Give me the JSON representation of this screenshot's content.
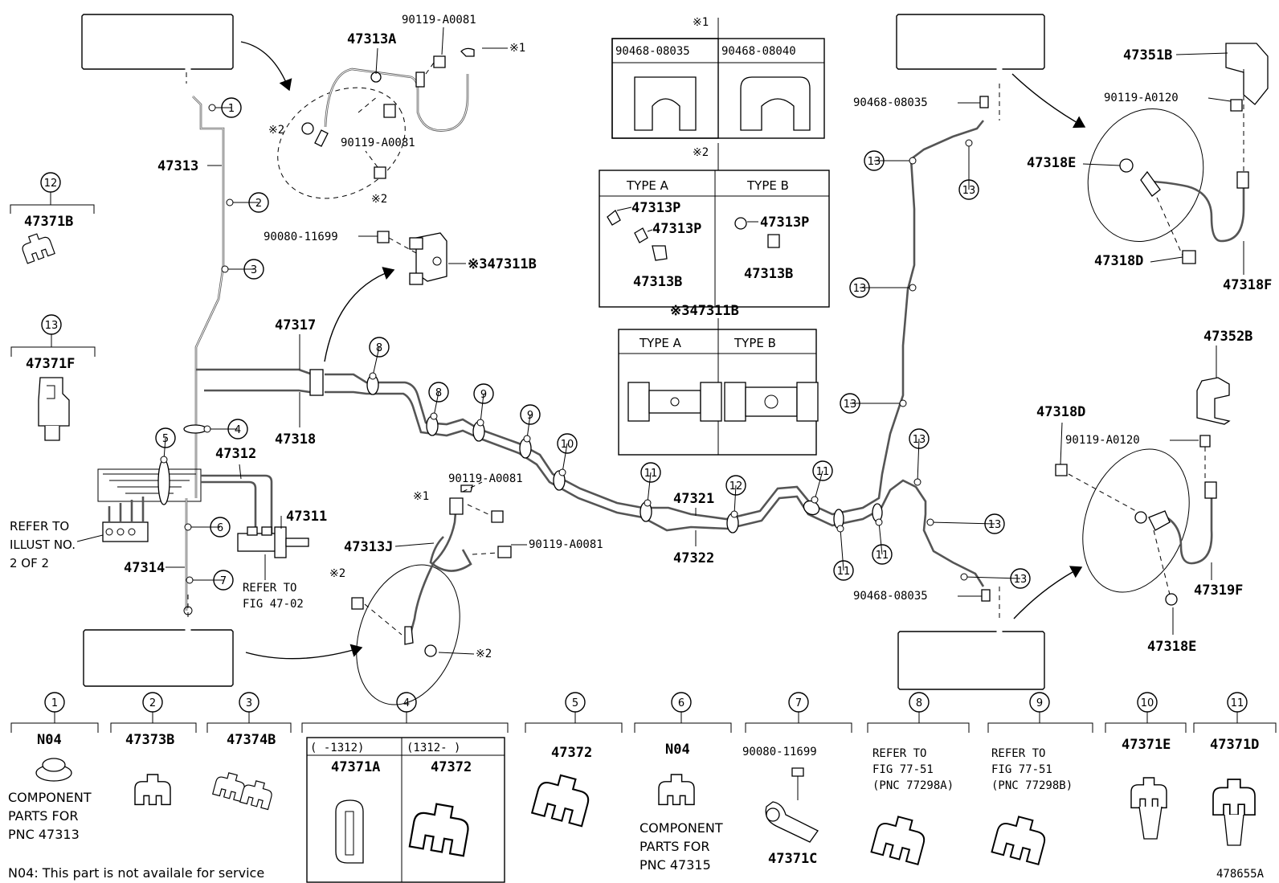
{
  "diagram_id": "478655A",
  "footnote": "N04: This part is not availale for service",
  "refer_illust": [
    "REFER TO",
    "ILLUST NO.",
    "2 OF 2"
  ],
  "refer_fig_47": [
    "REFER TO",
    "FIG 47-02"
  ],
  "main_parts": {
    "p47313": "47313",
    "p47313A": "47313A",
    "p47313J": "47313J",
    "p47317": "47317",
    "p47318": "47318",
    "p47312": "47312",
    "p47311": "47311",
    "p47314": "47314",
    "p47321": "47321",
    "p47322": "47322",
    "p47311B": "※347311B",
    "p47351B": "47351B",
    "p47352B": "47352B",
    "p47318E_top": "47318E",
    "p47318D_top": "47318D",
    "p47318F": "47318F",
    "p47318D_bot": "47318D",
    "p47319F": "47319F",
    "p47318E_bot": "47318E",
    "b90119_a": "90119-A0081",
    "b90119_b": "90119-A0081",
    "b90119_c": "90119-A0081",
    "b90119_d": "90119-A0081",
    "b90119_e": "90119-A0120",
    "b90119_f": "90119-A0120",
    "b90080": "90080-11699",
    "c90468_a": "90468-08035",
    "c90468_b": "90468-08035",
    "mark1_a": "※1",
    "mark1_b": "※1",
    "mark2_a": "※2",
    "mark2_b": "※2",
    "mark2_c": "※2",
    "mark2_d": "※2"
  },
  "note1_table": {
    "title": "※1",
    "columns": [
      "90468-08035",
      "90468-08040"
    ]
  },
  "note2_table": {
    "title": "※2",
    "type_a": "TYPE A",
    "type_b": "TYPE B",
    "a_p1": "47313P",
    "a_p2": "47313P",
    "a_b": "47313B",
    "b_p": "47313P",
    "b_b": "47313B"
  },
  "note3_table": {
    "title": "※347311B",
    "type_a": "TYPE A",
    "type_b": "TYPE B"
  },
  "callouts": [
    "1",
    "2",
    "3",
    "4",
    "5",
    "6",
    "7",
    "8",
    "9",
    "10",
    "11",
    "12",
    "13"
  ],
  "clip_legends": [
    {
      "num": "12",
      "part": "47371B"
    },
    {
      "num": "13",
      "part": "47371F"
    }
  ],
  "bottom_legends": [
    {
      "num": "1",
      "part": "N04",
      "note": [
        "COMPONENT",
        "PARTS FOR",
        "PNC 47313"
      ]
    },
    {
      "num": "2",
      "part": "47373B"
    },
    {
      "num": "3",
      "part": "47374B"
    },
    {
      "num": "4",
      "left_range": "(      -1312)",
      "right_range": "(1312-      )",
      "left_part": "47371A",
      "right_part": "47372"
    },
    {
      "num": "5",
      "part": "47372"
    },
    {
      "num": "6",
      "part": "N04",
      "note": [
        "COMPONENT",
        "PARTS FOR",
        "PNC 47315"
      ]
    },
    {
      "num": "7",
      "part": "90080-11699",
      "sub_part": "47371C"
    },
    {
      "num": "8",
      "note": [
        "REFER TO",
        "FIG 77-51",
        "(PNC 77298A)"
      ]
    },
    {
      "num": "9",
      "note": [
        "REFER TO",
        "FIG 77-51",
        "(PNC 77298B)"
      ]
    },
    {
      "num": "10",
      "part": "47371E"
    },
    {
      "num": "11",
      "part": "47371D"
    }
  ]
}
